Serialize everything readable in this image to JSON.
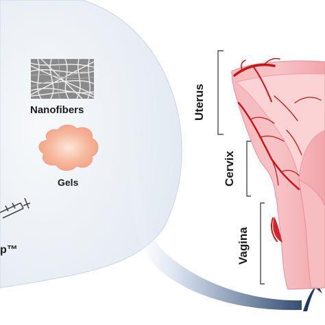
{
  "delivery_panel": {
    "items": [
      {
        "label": "Nanofibers"
      },
      {
        "label": "Gels"
      },
      {
        "label": "p™"
      }
    ]
  },
  "anatomy": {
    "regions": [
      {
        "label": "Uterus"
      },
      {
        "label": "Cervix"
      },
      {
        "label": "Vagina"
      }
    ]
  },
  "colors": {
    "panel_fill": "#eef2f6",
    "panel_edge": "#b9c9dc",
    "tissue": "#f3a9ae",
    "tissue_light": "#fbd3d5",
    "vessel": "#cc1616",
    "arrow": "#1f3a63",
    "gel": "#f4a78a"
  }
}
